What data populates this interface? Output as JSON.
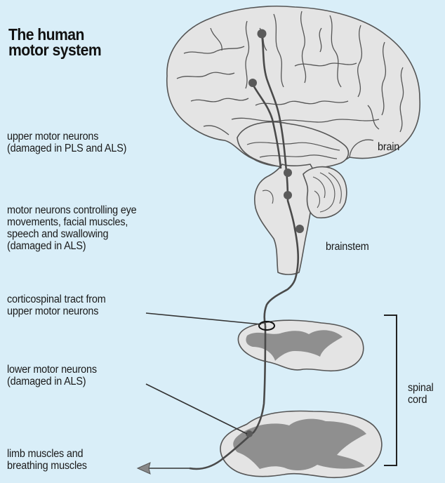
{
  "title": [
    "The human",
    "motor system"
  ],
  "labels": {
    "upper_motor_neurons": [
      "upper motor neurons",
      "(damaged in PLS and ALS)"
    ],
    "eye_motor_neurons": [
      "motor neurons controlling eye",
      "movements, facial muscles,",
      "speech and swallowing",
      "(damaged in ALS)"
    ],
    "corticospinal_tract": [
      "corticospinal tract from",
      "upper motor neurons"
    ],
    "lower_motor_neurons": [
      "lower motor neurons",
      "(damaged in ALS)"
    ],
    "limb_muscles": [
      "limb muscles and",
      "breathing muscles"
    ],
    "brain": "brain",
    "brainstem": "brainstem",
    "spinal_cord": [
      "spinal",
      "cord"
    ]
  },
  "colors": {
    "background": "#d9eef8",
    "tissue": "#e4e4e4",
    "outline": "#555555",
    "grey_matter": "#8f8f8f",
    "neuron": "#5a5a5a",
    "pointer": "#333333"
  }
}
